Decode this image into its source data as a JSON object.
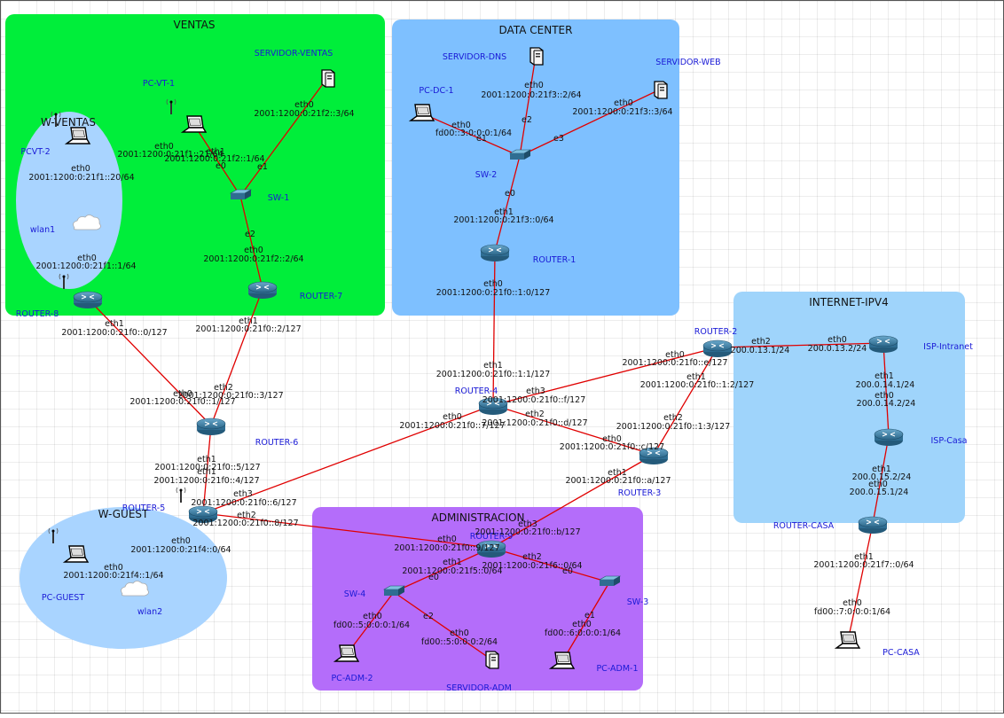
{
  "zones": {
    "ventas": "VENTAS",
    "datacenter": "DATA CENTER",
    "internet": "INTERNET-IPV4",
    "administracion": "ADMINISTRACION",
    "wventas": "W-VENTAS",
    "wguest": "W-GUEST"
  },
  "devices": {
    "servidor_ventas": "SERVIDOR-VENTAS",
    "pc_vt1": "PC-VT-1",
    "pcvt2": "PCVT-2",
    "wlan1": "wlan1",
    "sw1": "SW-1",
    "router7": "ROUTER-7",
    "router8": "ROUTER-8",
    "servidor_dns": "SERVIDOR-DNS",
    "servidor_web": "SERVIDOR-WEB",
    "pc_dc1": "PC-DC-1",
    "sw2": "SW-2",
    "router1": "ROUTER-1",
    "router2": "ROUTER-2",
    "isp_intranet": "ISP-Intranet",
    "isp_casa": "ISP-Casa",
    "router_casa": "ROUTER-CASA",
    "pc_casa": "PC-CASA",
    "router4": "ROUTER-4",
    "router3": "ROUTER-3",
    "router6": "ROUTER-6",
    "router5": "ROUTER-5",
    "pc_guest": "PC-GUEST",
    "wlan2": "wlan2",
    "router9": "ROUTER-9",
    "sw4": "SW-4",
    "sw3": "SW-3",
    "pc_adm2": "PC-ADM-2",
    "servidor_adm": "SERVIDOR-ADM",
    "pc_adm1": "PC-ADM-1"
  },
  "labels": {
    "l1": "eth0",
    "l2": "2001:1200:0:21f2::3/64",
    "l3": "eth0",
    "l4": "2001:1200:0:21f1::21/64",
    "l5": "eth1",
    "l6": "2001:1200:0:21f2::1/64",
    "l7": "e0",
    "l8": "e1",
    "l9": "eth0",
    "l10": "2001:1200:0:21f1::20/64",
    "l11": "e2",
    "l12": "eth0",
    "l13": "2001:1200:0:21f2::2/64",
    "l14": "eth0",
    "l15": "2001:1200:0:21f1::1/64",
    "l16": "eth1",
    "l17": "2001:1200:0:21f0::0/127",
    "l18": "eth1",
    "l19": "2001:1200:0:21f0::2/127",
    "l20": "eth0",
    "l21": "2001:1200:0:21f3::2/64",
    "l22": "e2",
    "l23": "eth0",
    "l24": "2001:1200:0:21f3::3/64",
    "l25": "eth0",
    "l26": "fd00::3:0:0:0:1/64",
    "l27": "e1",
    "l28": "e3",
    "l29": "e0",
    "l30": "eth1",
    "l31": "2001:1200:0:21f3::0/64",
    "l32": "eth0",
    "l33": "2001:1200:0:21f0::1:0/127",
    "l34": "eth1",
    "l35": "2001:1200:0:21f0::1:1/127",
    "l36": "eth0",
    "l37": "2001:1200:0:21f0::e/127",
    "l38": "eth2",
    "l39": "200.0.13.1/24",
    "l40": "eth0",
    "l41": "200.0.13.2/24",
    "l42": "eth1",
    "l43": "2001:1200:0:21f0::1:2/127",
    "l44": "eth1",
    "l45": "200.0.14.1/24",
    "l46": "eth0",
    "l47": "200.0.14.2/24",
    "l48": "eth3",
    "l49": "2001:1200:0:21f0::f/127",
    "l50": "eth2",
    "l51": "2001:1200:0:21f0::d/127",
    "l52": "eth0",
    "l53": "2001:1200:0:21f0::7/127",
    "l54": "eth2",
    "l55": "2001:1200:0:21f0::1:3/127",
    "l56": "eth0",
    "l57": "2001:1200:0:21f0::c/127",
    "l58": "eth1",
    "l59": "2001:1200:0:21f0::a/127",
    "l60": "eth1",
    "l61": "200.0.15.2/24",
    "l62": "eth0",
    "l63": "200.0.15.1/24",
    "l64": "eth0",
    "l65": "2001:1200:0:21f0::1/127",
    "l66": "eth2",
    "l67": "2001:1200:0:21f0::3/127",
    "l68": "eth1",
    "l69": "2001:1200:0:21f0::5/127",
    "l70": "eth1",
    "l71": "2001:1200:0:21f0::4/127",
    "l72": "eth3",
    "l73": "2001:1200:0:21f0::6/127",
    "l74": "eth2",
    "l75": "2001:1200:0:21f0::8/127",
    "l76": "eth0",
    "l77": "2001:1200:0:21f4::0/64",
    "l78": "eth0",
    "l79": "2001:1200:0:21f4::1/64",
    "l80": "eth3",
    "l81": "2001:1200:0:21f0::b/127",
    "l82": "eth0",
    "l83": "2001:1200:0:21f0::9/127",
    "l84": "eth1",
    "l85": "2001:1200:0:21f5::0/64",
    "l86": "eth2",
    "l87": "2001:1200:0:21f6::0/64",
    "l88": "e0",
    "l89": "e0",
    "l90": "e2",
    "l91": "e1",
    "l92": "eth0",
    "l93": "fd00::5:0:0:0:1/64",
    "l94": "eth0",
    "l95": "fd00::5:0:0:0:2/64",
    "l96": "eth0",
    "l97": "fd00::6:0:0:0:1/64",
    "l98": "eth1",
    "l99": "2001:1200:0:21f7::0/64",
    "l100": "eth0",
    "l101": "fd00::7:0:0:0:1/64"
  },
  "colors": {
    "ventas": "#00ee3a",
    "datacenter": "#7ec0ff",
    "internet": "#9fd4fb",
    "administracion": "#b46dfa",
    "wireless": "#a9d4ff",
    "link": "#e00000",
    "device_label": "#1a1ad6"
  }
}
